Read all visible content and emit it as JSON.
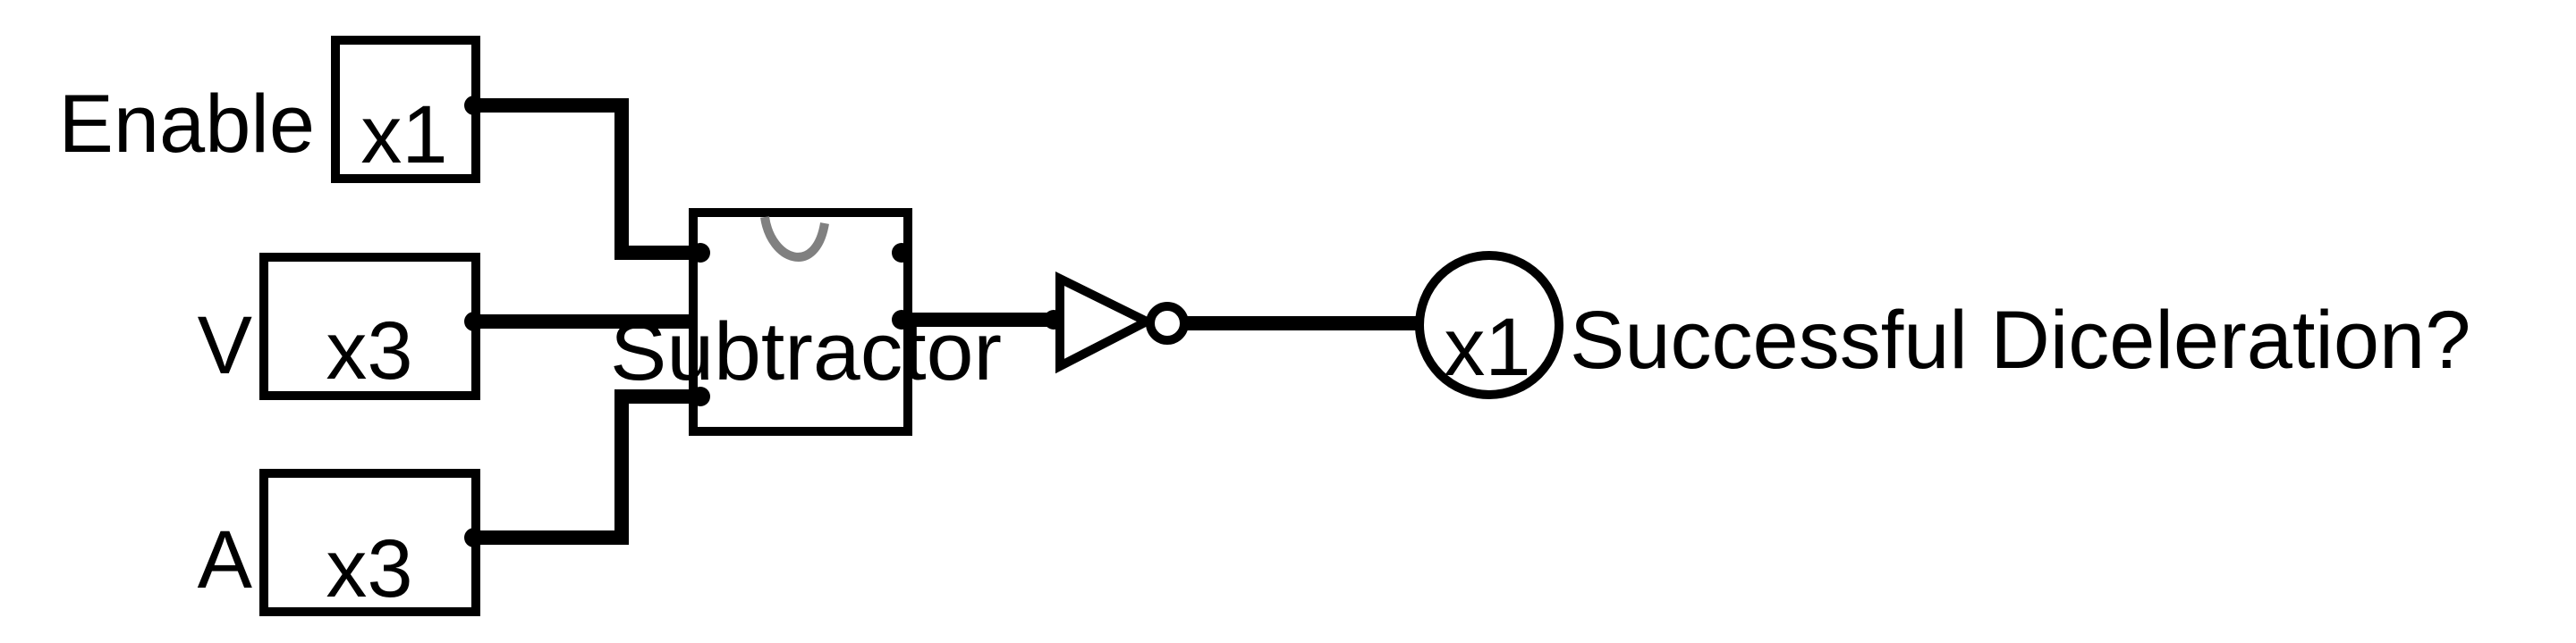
{
  "inputs": [
    {
      "label": "Enable",
      "width": "x1"
    },
    {
      "label": "V",
      "width": "x3"
    },
    {
      "label": "A",
      "width": "x3"
    }
  ],
  "subtractor": {
    "label": "Subtractor"
  },
  "output": {
    "label": "Successful Diceleration?",
    "width": "x1"
  },
  "colors": {
    "ink": "#000000",
    "glyph": "#808080",
    "background": "#ffffff"
  }
}
